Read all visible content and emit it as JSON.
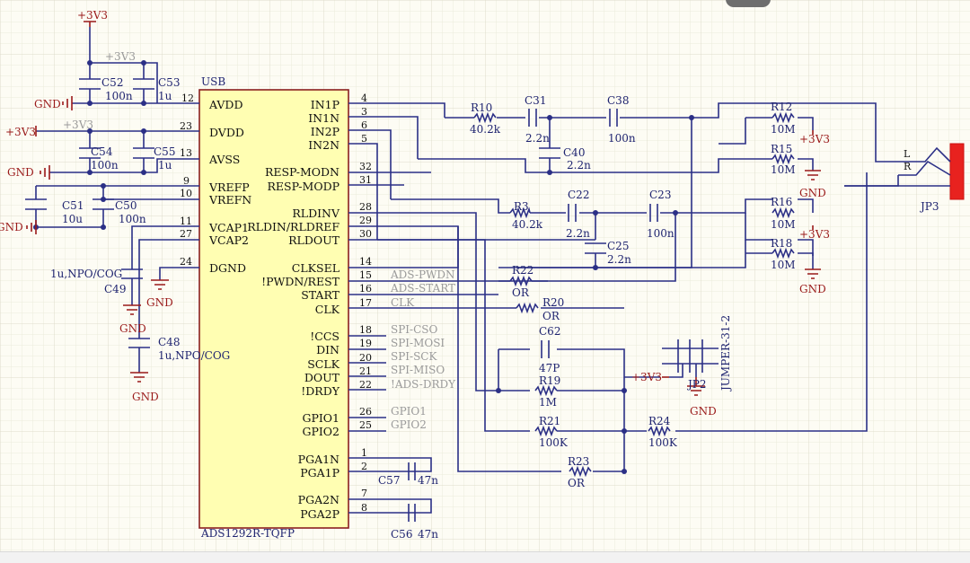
{
  "labels": {
    "chip": {
      "name": "ADS1292R-TQFP",
      "title": "USB"
    },
    "pins_left": [
      "AVDD",
      "DVDD",
      "AVSS",
      "VREFP",
      "VREFN",
      "VCAP1",
      "VCAP2",
      "DGND"
    ],
    "pins_right": [
      "IN1P",
      "IN1N",
      "IN2P",
      "IN2N",
      "RESP-MODN",
      "RESP-MODP",
      "RLDINV",
      "RLDIN/RLDREF",
      "RLDOUT",
      "CLKSEL",
      "!PWDN/REST",
      "START",
      "CLK",
      "!CCS",
      "DIN",
      "SCLK",
      "DOUT",
      "!DRDY",
      "GPIO1",
      "GPIO2",
      "PGA1N",
      "PGA1P",
      "PGA2N",
      "PGA2P"
    ],
    "pin_numbers_left": [
      "12",
      "23",
      "13",
      "9",
      "10",
      "11",
      "27",
      "24"
    ],
    "pin_numbers_right": [
      "4",
      "3",
      "6",
      "5",
      "32",
      "31",
      "28",
      "29",
      "30",
      "14",
      "15",
      "16",
      "17",
      "18",
      "19",
      "20",
      "21",
      "22",
      "26",
      "25",
      "1",
      "2",
      "7",
      "8"
    ],
    "nets": [
      "ADS-PWDN",
      "ADS-START",
      "CLK",
      "SPI-CSO",
      "SPI-MOSI",
      "SPI-SCK",
      "SPI-MISO",
      "!ADS-DRDY",
      "GPIO1",
      "GPIO2"
    ],
    "power": {
      "v33": "+3V3",
      "gnd": "GND"
    },
    "components": {
      "C52": "C52",
      "C52v": "100n",
      "C53": "C53",
      "C53v": "1u",
      "C54": "C54",
      "C54v": "100n",
      "C55": "C55",
      "C55v": "1u",
      "C51": "C51",
      "C51v": "10u",
      "C50": "C50",
      "C50v": "100n",
      "C49": "C49",
      "C49v": "1u,NPO/COG",
      "C48": "C48",
      "C48v": "1u,NPO/COG",
      "R10": "R10",
      "R10v": "40.2k",
      "C31": "C31",
      "C31v": "2.2n",
      "C38": "C38",
      "C38v": "100n",
      "C40": "C40",
      "C40v": "2.2n",
      "R12": "R12",
      "R12v": "10M",
      "R15": "R15",
      "R15v": "10M",
      "R3": "R3",
      "R3v": "40.2k",
      "C22": "C22",
      "C22v": "2.2n",
      "C23": "C23",
      "C23v": "100n",
      "C25": "C25",
      "C25v": "2.2n",
      "R16": "R16",
      "R16v": "10M",
      "R18": "R18",
      "R18v": "10M",
      "R22": "R22",
      "R22v": "OR",
      "R20": "R20",
      "R20v": "OR",
      "C62": "C62",
      "C62v": "47P",
      "R19": "R19",
      "R19v": "1M",
      "R21": "R21",
      "R21v": "100K",
      "R24": "R24",
      "R24v": "100K",
      "R23": "R23",
      "R23v": "OR",
      "C57": "C57",
      "C57v": "47n",
      "C56": "C56",
      "C56v": "47n",
      "JP2": "JP2",
      "JP2v": "JUMPER-31-2",
      "JP3": "JP3",
      "L": "L",
      "R": "R"
    }
  }
}
